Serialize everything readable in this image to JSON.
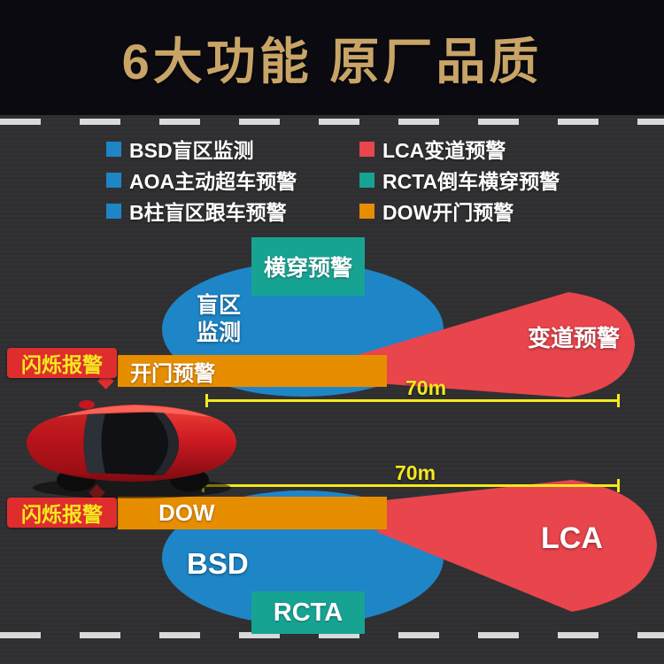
{
  "header": {
    "title": "6大功能 原厂品质"
  },
  "legend": {
    "items": [
      {
        "label": "BSD盲区监测"
      },
      {
        "label": "AOA主动超车预警"
      },
      {
        "label": "B柱盲区跟车预警"
      },
      {
        "label": "LCA变道预警"
      },
      {
        "label": "RCTA倒车横穿预警"
      },
      {
        "label": "DOW开门预警"
      }
    ]
  },
  "diagram": {
    "zones": {
      "cross_top": "横穿预警",
      "blind_line1": "盲区",
      "blind_line2": "监测",
      "lane_change_top": "变道预警",
      "door_top": "开门预警",
      "dow_bottom": "DOW",
      "bsd_bottom": "BSD",
      "rcta_bottom": "RCTA",
      "lca_bottom": "LCA"
    },
    "alerts": {
      "flash_top": "闪烁报警",
      "flash_bottom": "闪烁报警"
    },
    "distances": {
      "top": "70m",
      "bottom": "70m"
    }
  },
  "colors": {
    "gold": "#c9a467",
    "blue": "#1e86c7",
    "red": "#e8454d",
    "teal": "#17a392",
    "orange": "#e78d00",
    "yellow": "#f4e81f",
    "flash_bg": "#df2d2d",
    "header_bg": "#0a0a10"
  }
}
